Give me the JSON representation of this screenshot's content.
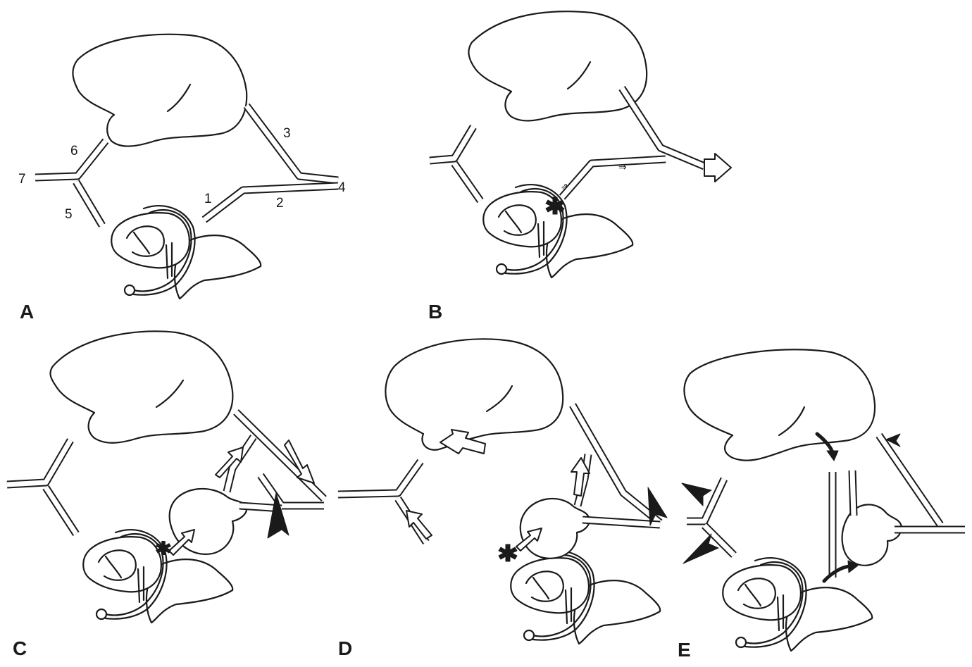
{
  "figure": {
    "panels": [
      {
        "id": "A",
        "label": "A",
        "vessel_labels": [
          "1",
          "2",
          "3",
          "4",
          "5",
          "6",
          "7"
        ]
      },
      {
        "id": "B",
        "label": "B"
      },
      {
        "id": "C",
        "label": "C"
      },
      {
        "id": "D",
        "label": "D"
      },
      {
        "id": "E",
        "label": "E"
      }
    ]
  },
  "colors": {
    "line": "#1a1a1a",
    "background": "#ffffff"
  }
}
